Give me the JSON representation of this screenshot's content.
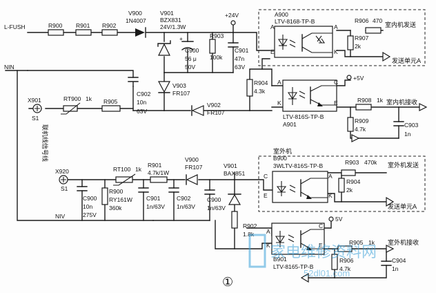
{
  "nets": {
    "l_fush": "L-FUSH",
    "nin": "NIN",
    "niv": "NIV",
    "plus24v": "+24V",
    "plus5v_a901": "+5V",
    "plus5v_b901": "5V"
  },
  "indoor_components": {
    "r900": "R900",
    "r901": "R901",
    "r902": "R902",
    "v900": "V900",
    "v900_part": "1N4007",
    "v901": "V901",
    "v901_part": "BZX831",
    "v901_rating": "24V/1.3W",
    "c900": "C900",
    "c900_value": "56 μ",
    "c900_voltage": "50V",
    "r903": "R903",
    "r903_value": "100k",
    "c901": "C901",
    "c901_value": "47n",
    "c901_voltage": "63V",
    "c902": "C902",
    "c902_value": "10n",
    "c902_voltage": "63V",
    "v903": "V903",
    "v903_part": "FR107",
    "v902": "V902",
    "v902_part": "FR107",
    "rt900": "RT900",
    "rt900_value": "1k",
    "r905": "R905",
    "r904": "R904",
    "r904_value": "4.3k",
    "x901": "X901",
    "s1_a": "S1",
    "a900": "A900",
    "a900_part": "LTV-8168-TP-B",
    "r906": "R906",
    "r906_value": "470",
    "r907": "R907",
    "r907_value": "2k",
    "a901": "A901",
    "a901_part": "LTV-816S-TP-B",
    "r908": "R908",
    "r908_value": "1k",
    "r909": "R909",
    "r909_value": "4.7k",
    "c903": "C903",
    "c903_value": "1n"
  },
  "outdoor_components": {
    "x920": "X920",
    "s1_b": "S1",
    "c900": "C900",
    "c900_value": "10n",
    "c900_voltage": "275V",
    "r900": "R900",
    "r900_part": "RY161W",
    "r900_value": "360k",
    "rt100": "RT100",
    "rt100_value": "1k",
    "r901": "R901",
    "r901_value": "4.7k/1W",
    "v900": "V900",
    "v900_part": "FR107",
    "v901": "V901",
    "v901_part": "BAX851",
    "c901": "C901",
    "c901_value": "1n/63V",
    "c902": "C902",
    "c902_value": "1n/63V",
    "c900b": "C900",
    "c900b_value": "1n/63V",
    "r902": "R902",
    "r902_value": "1.8k",
    "b900": "B900",
    "b900_part": "3WLTV-816S-TP-B",
    "r903": "R903",
    "r903_value": "470k",
    "r904": "R904",
    "r904_value": "2k",
    "b901": "B901",
    "b901_part": "LTV-8165-TP-B",
    "r905": "R905",
    "r905_value": "1k",
    "r906": "R906",
    "r906_value": "4.7k",
    "c904": "C904",
    "c904_value": "1n"
  },
  "pins": {
    "a": "A",
    "c": "C",
    "e": "E",
    "k": "K"
  },
  "labels": {
    "indoor_send": "室内机发送",
    "send_unit_a_top": "发送单元A",
    "indoor_receive": "室内机接收",
    "outdoor_unit": "室外机",
    "outdoor_send": "室外机发送",
    "send_unit_a_bottom": "发送单元A",
    "outdoor_receive": "室外机接收",
    "link_signal_line": "联机线信号线",
    "figure_number": "①"
  },
  "watermark": {
    "text_cn": "家电维修资料网",
    "text_url": "52dl01.com"
  }
}
